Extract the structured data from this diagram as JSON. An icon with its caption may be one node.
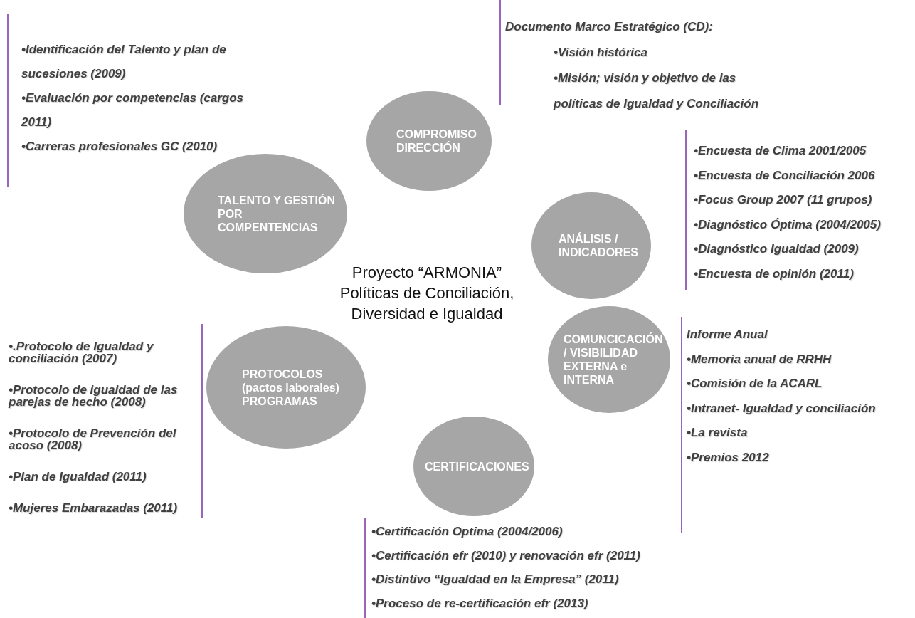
{
  "diagram": {
    "title": "Proyecto “ARMONIA” Políticas de Conciliación, Diversidad e Igualdad",
    "nodes": [
      {
        "text": [
          "COMPROMISO DIRECCIÓN"
        ]
      },
      {
        "text": [
          "TALENTO Y GESTIÓN POR COMPENTENCIAS"
        ]
      },
      {
        "text": [
          "ANÁLISIS / INDICADORES"
        ]
      },
      {
        "text": [
          "COMUNCICACIÓN / VISIBILIDAD EXTERNA e INTERNA"
        ]
      },
      {
        "text": [
          "PROTOCOLOS (pactos laborales) PROGRAMAS"
        ]
      },
      {
        "text": [
          "CERTIFICACIONES"
        ]
      }
    ],
    "labels": [
      "•Identificación del Talento y plan de sucesiones (2009)",
      "•Evaluación por competencias (cargos 2011)",
      "•Carreras profesionales GC (2010)",
      "Documento Marco Estratégico (CD):",
      "•Visión histórica",
      "•Misión; visión y objetivo de las políticas de Igualdad y Conciliación",
      "•Encuesta de Clima 2001/2005",
      "•Encuesta de Conciliación 2006",
      "•Focus Group 2007 (11 grupos)",
      "•Diagnóstico Óptima (2004/2005)",
      "•Diagnóstico Igualdad (2009)",
      "•Encuesta de opinión (2011)",
      "•.Protocolo de Igualdad y conciliación (2007)",
      "•Protocolo de igualdad de las parejas de hecho (2008)",
      "•Protocolo de Prevención del acoso (2008)",
      "•Plan de Igualdad (2011)",
      "•Mujeres Embarazadas (2011)",
      "Informe Anual",
      "•Memoria anual de RRHH",
      "•Comisión de la ACARL",
      "•Intranet- Igualdad y conciliación",
      "•La revista",
      "•Premios 2012",
      "•Certificación Optima (2004/2006)",
      "•Certificación efr (2010) y renovación efr (2011)",
      "•Distintivo “Igualdad en la Empresa” (2011)",
      "•Proceso de re-certificación efr (2013)"
    ]
  }
}
